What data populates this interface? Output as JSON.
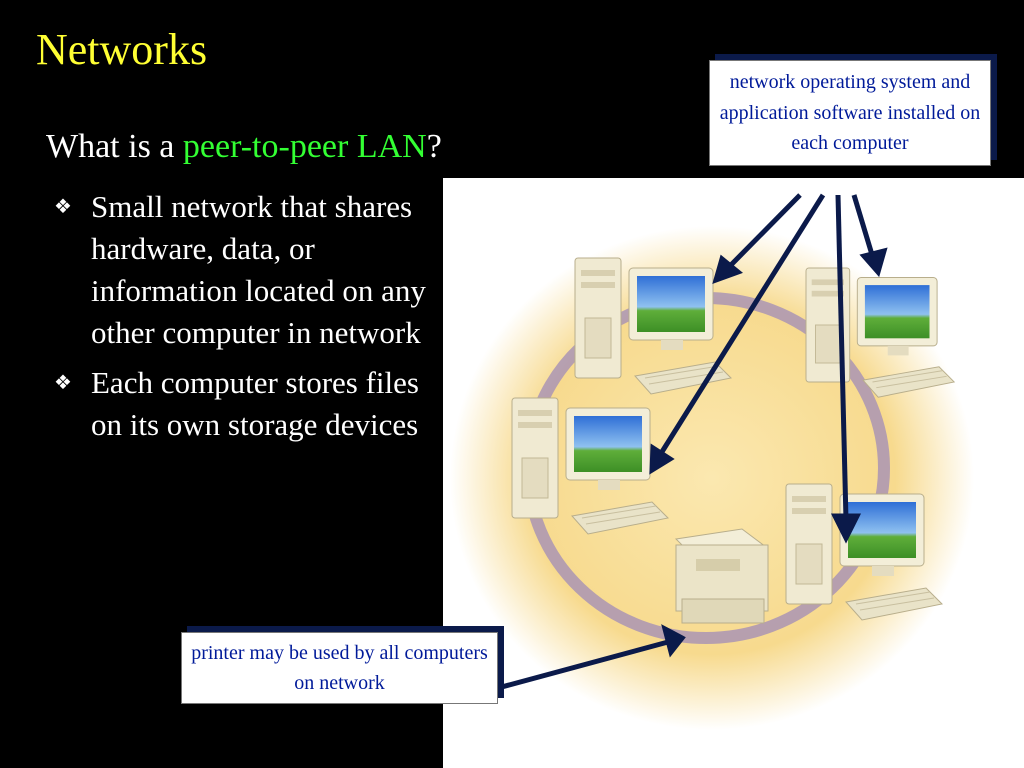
{
  "slide": {
    "title": "Networks",
    "question_prefix": "What is a ",
    "question_highlight": "peer-to-peer LAN",
    "question_suffix": "?",
    "bullets": [
      "Small network that shares hardware, data, or information located on any other computer in network",
      "Each computer stores files on its own storage devices"
    ],
    "bullet_marker": "❖",
    "callout_top": "network operating system and application software installed on each computer",
    "callout_bottom": "printer may be used by all computers on network"
  },
  "colors": {
    "background": "#000000",
    "title": "#ffff33",
    "highlight": "#33ff33",
    "callout_text": "#001a99",
    "arrow": "#0b1a4a"
  },
  "icons": [
    "computer-icon",
    "printer-icon",
    "arrow-icon",
    "bullet-diamond-icon"
  ]
}
